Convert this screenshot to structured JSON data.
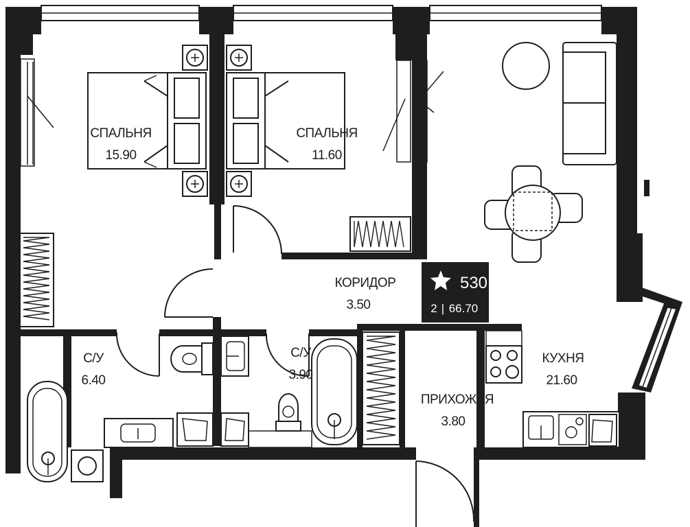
{
  "rooms": {
    "bedroom1": {
      "name": "СПАЛЬНЯ",
      "area": "15.90"
    },
    "bedroom2": {
      "name": "СПАЛЬНЯ",
      "area": "11.60"
    },
    "corridor": {
      "name": "КОРИДОР",
      "area": "3.50"
    },
    "bathroom1": {
      "name": "С/У",
      "area": "6.40"
    },
    "bathroom2": {
      "name": "С/У",
      "area": "3.90"
    },
    "hallway": {
      "name": "ПРИХОЖАЯ",
      "area": "3.80"
    },
    "kitchen": {
      "name": "КУХНЯ",
      "area": "21.60"
    }
  },
  "badge": {
    "icon": "star-icon",
    "number": "530",
    "rooms": "2",
    "separator": "|",
    "total_area": "66.70"
  }
}
